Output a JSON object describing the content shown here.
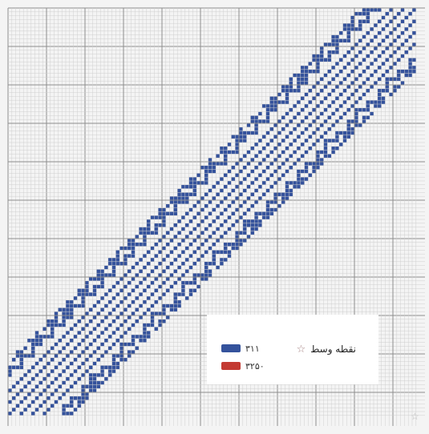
{
  "colors": {
    "background": "#f4f4f4",
    "grid_fine": "#cfcfcf",
    "grid_major": "#8e8e8e",
    "blue": "#34529c",
    "red": "#c33a32"
  },
  "legend": {
    "items": [
      {
        "code": "۳۱۱",
        "color": "#34529c"
      },
      {
        "code": "۳۲۵۰",
        "color": "#c33a32"
      }
    ],
    "center_label": "نقطه وسط",
    "center_icon": "star-outline-icon"
  },
  "corner_icon": "star-outline-icon"
}
